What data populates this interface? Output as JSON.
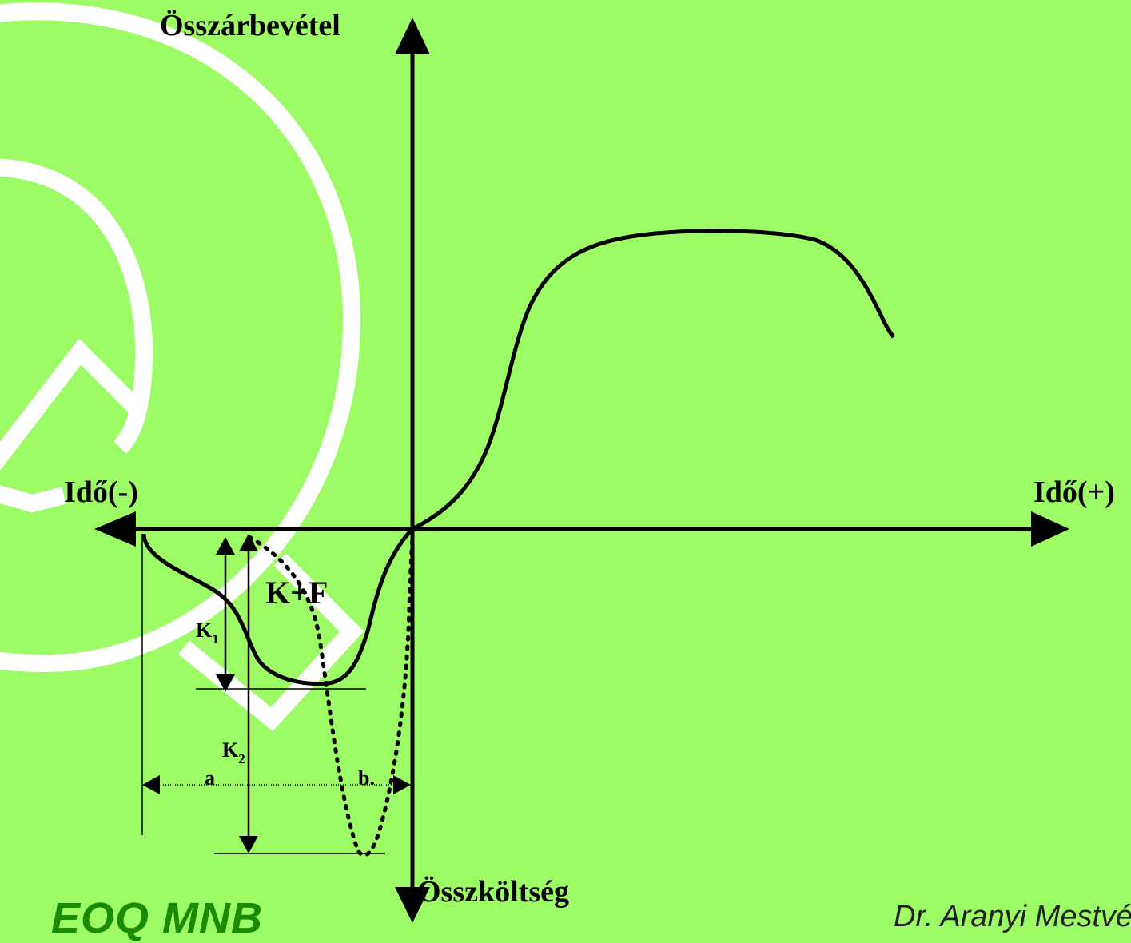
{
  "axes": {
    "y_positive_label": "Összárbevétel",
    "y_negative_label": "Összköltség",
    "x_negative_label": "Idő(-)",
    "x_positive_label": "Idő(+)"
  },
  "annotations": {
    "kf_label": "K+F",
    "k1_main": "K",
    "k1_sub": "1",
    "k2_main": "K",
    "k2_sub": "2",
    "a_label": "a",
    "b_label": "b."
  },
  "footer": {
    "logo_text": "EOQ MNB",
    "author": "Dr. Aranyi Mestvérő"
  },
  "colors": {
    "background": "#9dfb66",
    "curve": "#000000",
    "watermark": "#ffffff",
    "logo": "#1a8a00"
  }
}
